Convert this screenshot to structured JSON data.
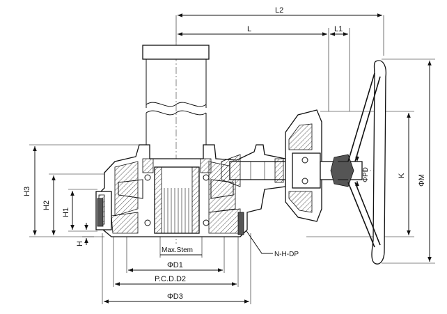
{
  "drawing": {
    "type": "gearbox-with-handwheel",
    "dimension_labels": {
      "L2": "L2",
      "L": "L",
      "L1": "L1",
      "PhiM": "ΦM",
      "K": "K",
      "PhiPD": "ΦPD",
      "H3": "H3",
      "H2": "H2",
      "H1": "H1",
      "H": "H",
      "max_stem": "Max.Stem",
      "N_H_DP": "N-H-DP",
      "PhiD1": "ΦD1",
      "PCD_D2": "P.C.D.D2",
      "PhiD3": "ΦD3"
    }
  }
}
